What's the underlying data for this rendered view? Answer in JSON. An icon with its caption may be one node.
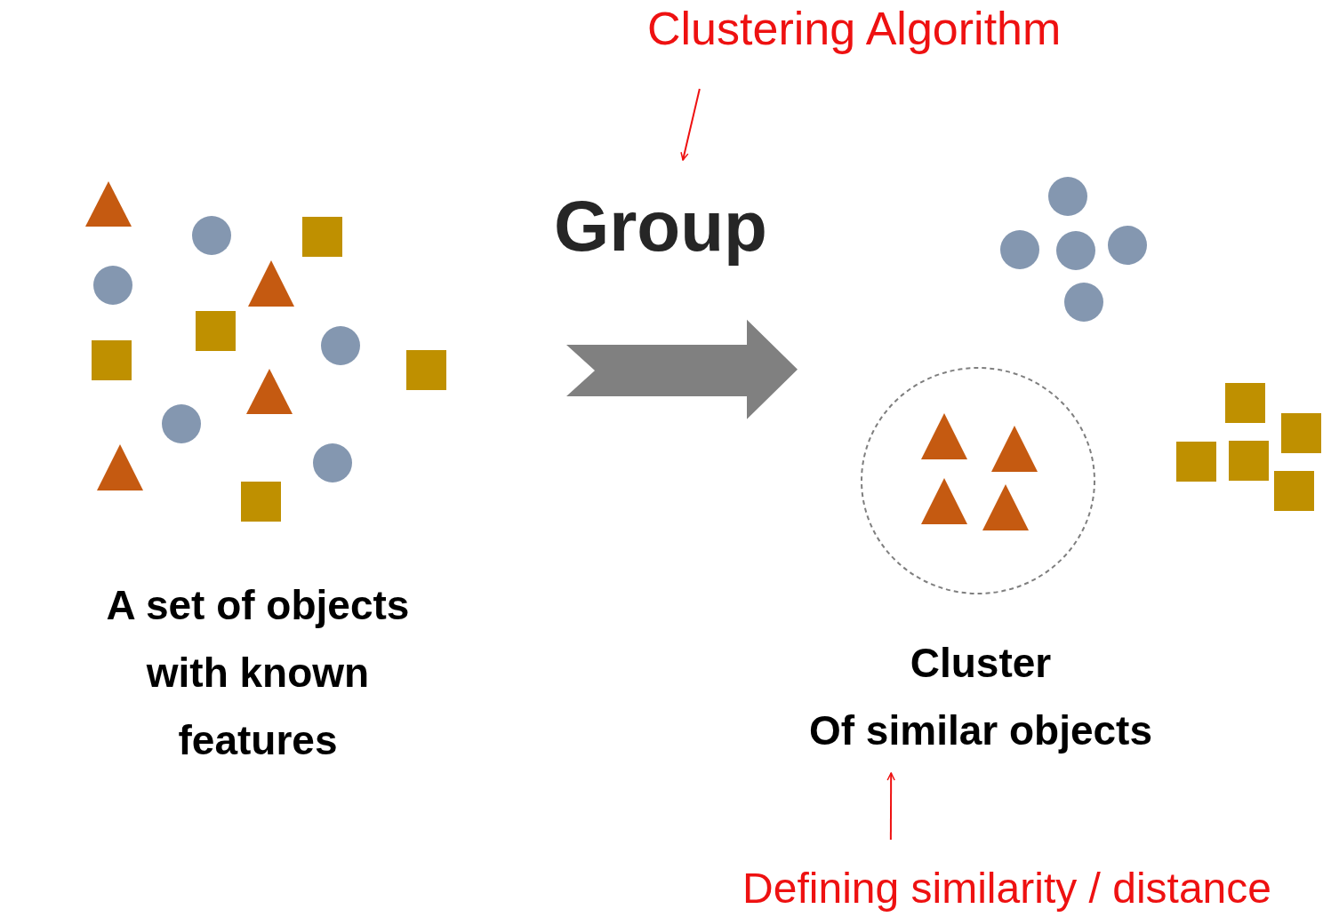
{
  "diagram": {
    "nodes": [
      {
        "text": [
          "Clustering Algorithm"
        ]
      },
      {
        "text": [
          "Group"
        ]
      },
      {
        "text": [
          "A set of objects with known features"
        ]
      },
      {
        "text": [
          "Cluster",
          "Of similar objects"
        ]
      },
      {
        "text": [
          "Defining similarity / distance"
        ]
      }
    ],
    "edges": [
      {
        "from": 0,
        "to": 1,
        "arrow": "to"
      },
      {
        "from": 2,
        "to": 3,
        "arrow": "to",
        "style": "thick",
        "color": "#808080"
      },
      {
        "from": 4,
        "to": 3,
        "arrow": "to"
      }
    ]
  }
}
